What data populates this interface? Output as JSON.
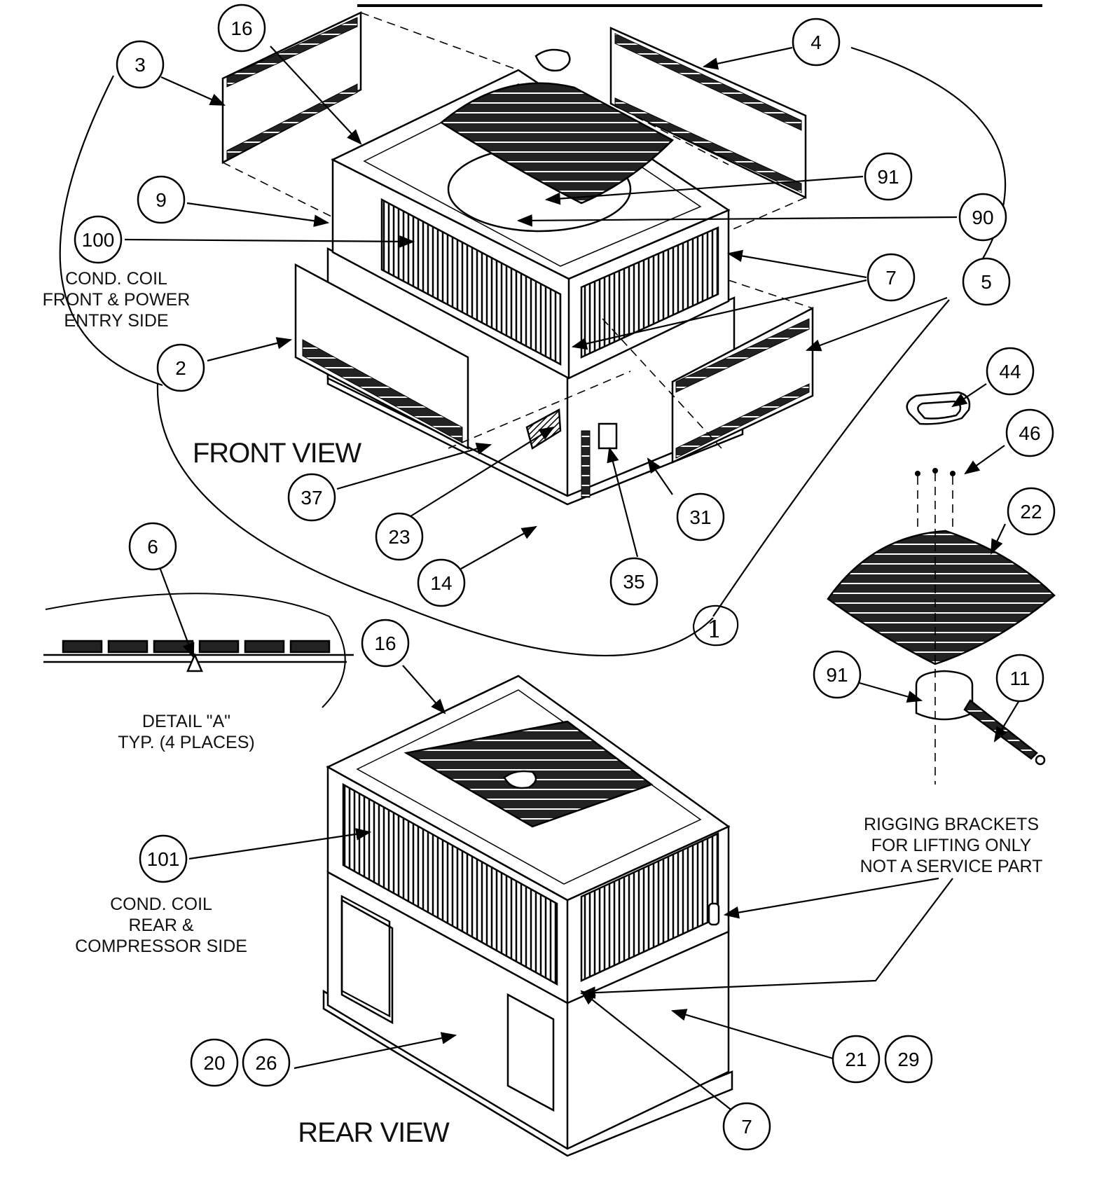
{
  "front_view_label": "FRONT VIEW",
  "rear_view_label": "REAR VIEW",
  "notes": {
    "cond_coil_front": [
      "COND. COIL",
      "FRONT & POWER",
      "ENTRY SIDE"
    ],
    "cond_coil_rear": [
      "COND. COIL",
      "REAR &",
      "COMPRESSOR SIDE"
    ],
    "detail_a": [
      "DETAIL \"A\"",
      "TYP. (4 PLACES)"
    ],
    "rigging": [
      "RIGGING BRACKETS",
      "FOR LIFTING ONLY",
      "NOT A SERVICE PART"
    ]
  },
  "callouts": [
    "16",
    "3",
    "4",
    "9",
    "91",
    "90",
    "100",
    "7",
    "5",
    "2",
    "44",
    "46",
    "22",
    "37",
    "31",
    "23",
    "14",
    "35",
    "6",
    "1",
    "16",
    "91",
    "11",
    "101",
    "20",
    "26",
    "21",
    "29",
    "7"
  ]
}
